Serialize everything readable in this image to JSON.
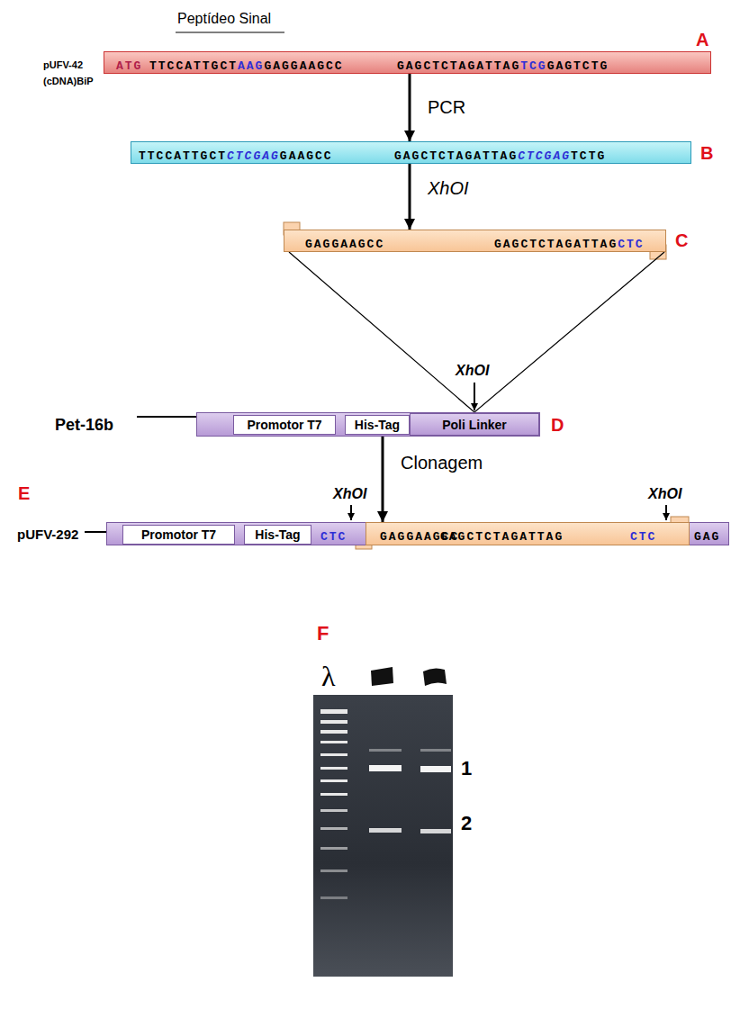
{
  "diagram": {
    "nodes": [
      {
        "text": [
          "pUFV-42 (cDNA)BiP",
          "ATG",
          "TTCCATTGCT",
          "AAG",
          "GAGGAAGCC",
          "GAGCTCTAGATTAG",
          "TCG",
          "GAGTCTG"
        ]
      },
      {
        "text": [
          "TTCCATTGCT",
          "CTCGAG",
          "GAAGCC",
          "GAGCTCTAGATTAG",
          "CTCGAG",
          "TCTG"
        ]
      },
      {
        "text": [
          "GAGGAAGCC",
          "GAGCTCTAGATTAG",
          "CTC"
        ]
      },
      {
        "text": [
          "Pet-16b"
        ]
      },
      {
        "text": [
          "Promotor T7"
        ],
        "in": 3
      },
      {
        "text": [
          "His-Tag"
        ],
        "in": 3
      },
      {
        "text": [
          "Poli Linker"
        ],
        "in": 3
      },
      {
        "text": [
          "pUFV-292",
          "CTC",
          "GAG"
        ]
      },
      {
        "text": [
          "Promotor T7"
        ],
        "in": 7
      },
      {
        "text": [
          "His-Tag"
        ],
        "in": 7
      },
      {
        "text": [
          "GAGGAAGCC",
          "GAGCTCTAGATTAG",
          "CTC"
        ],
        "in": 7
      }
    ],
    "edges": [
      {
        "from": 0,
        "to": 1,
        "arrow": "to",
        "label": "PCR"
      },
      {
        "from": 1,
        "to": 2,
        "arrow": "to",
        "label": "XhOI"
      },
      {
        "from": 2,
        "to": 3,
        "arrow": "none"
      },
      {
        "from": 3,
        "to": 7,
        "arrow": "to",
        "label": "Clonagem"
      }
    ],
    "labels": [
      "Peptídeo Sinal",
      "A",
      "B",
      "C",
      "XhOI",
      "D",
      "E",
      "XhOI",
      "XhOI",
      "F",
      "λ",
      "1",
      "2"
    ]
  }
}
